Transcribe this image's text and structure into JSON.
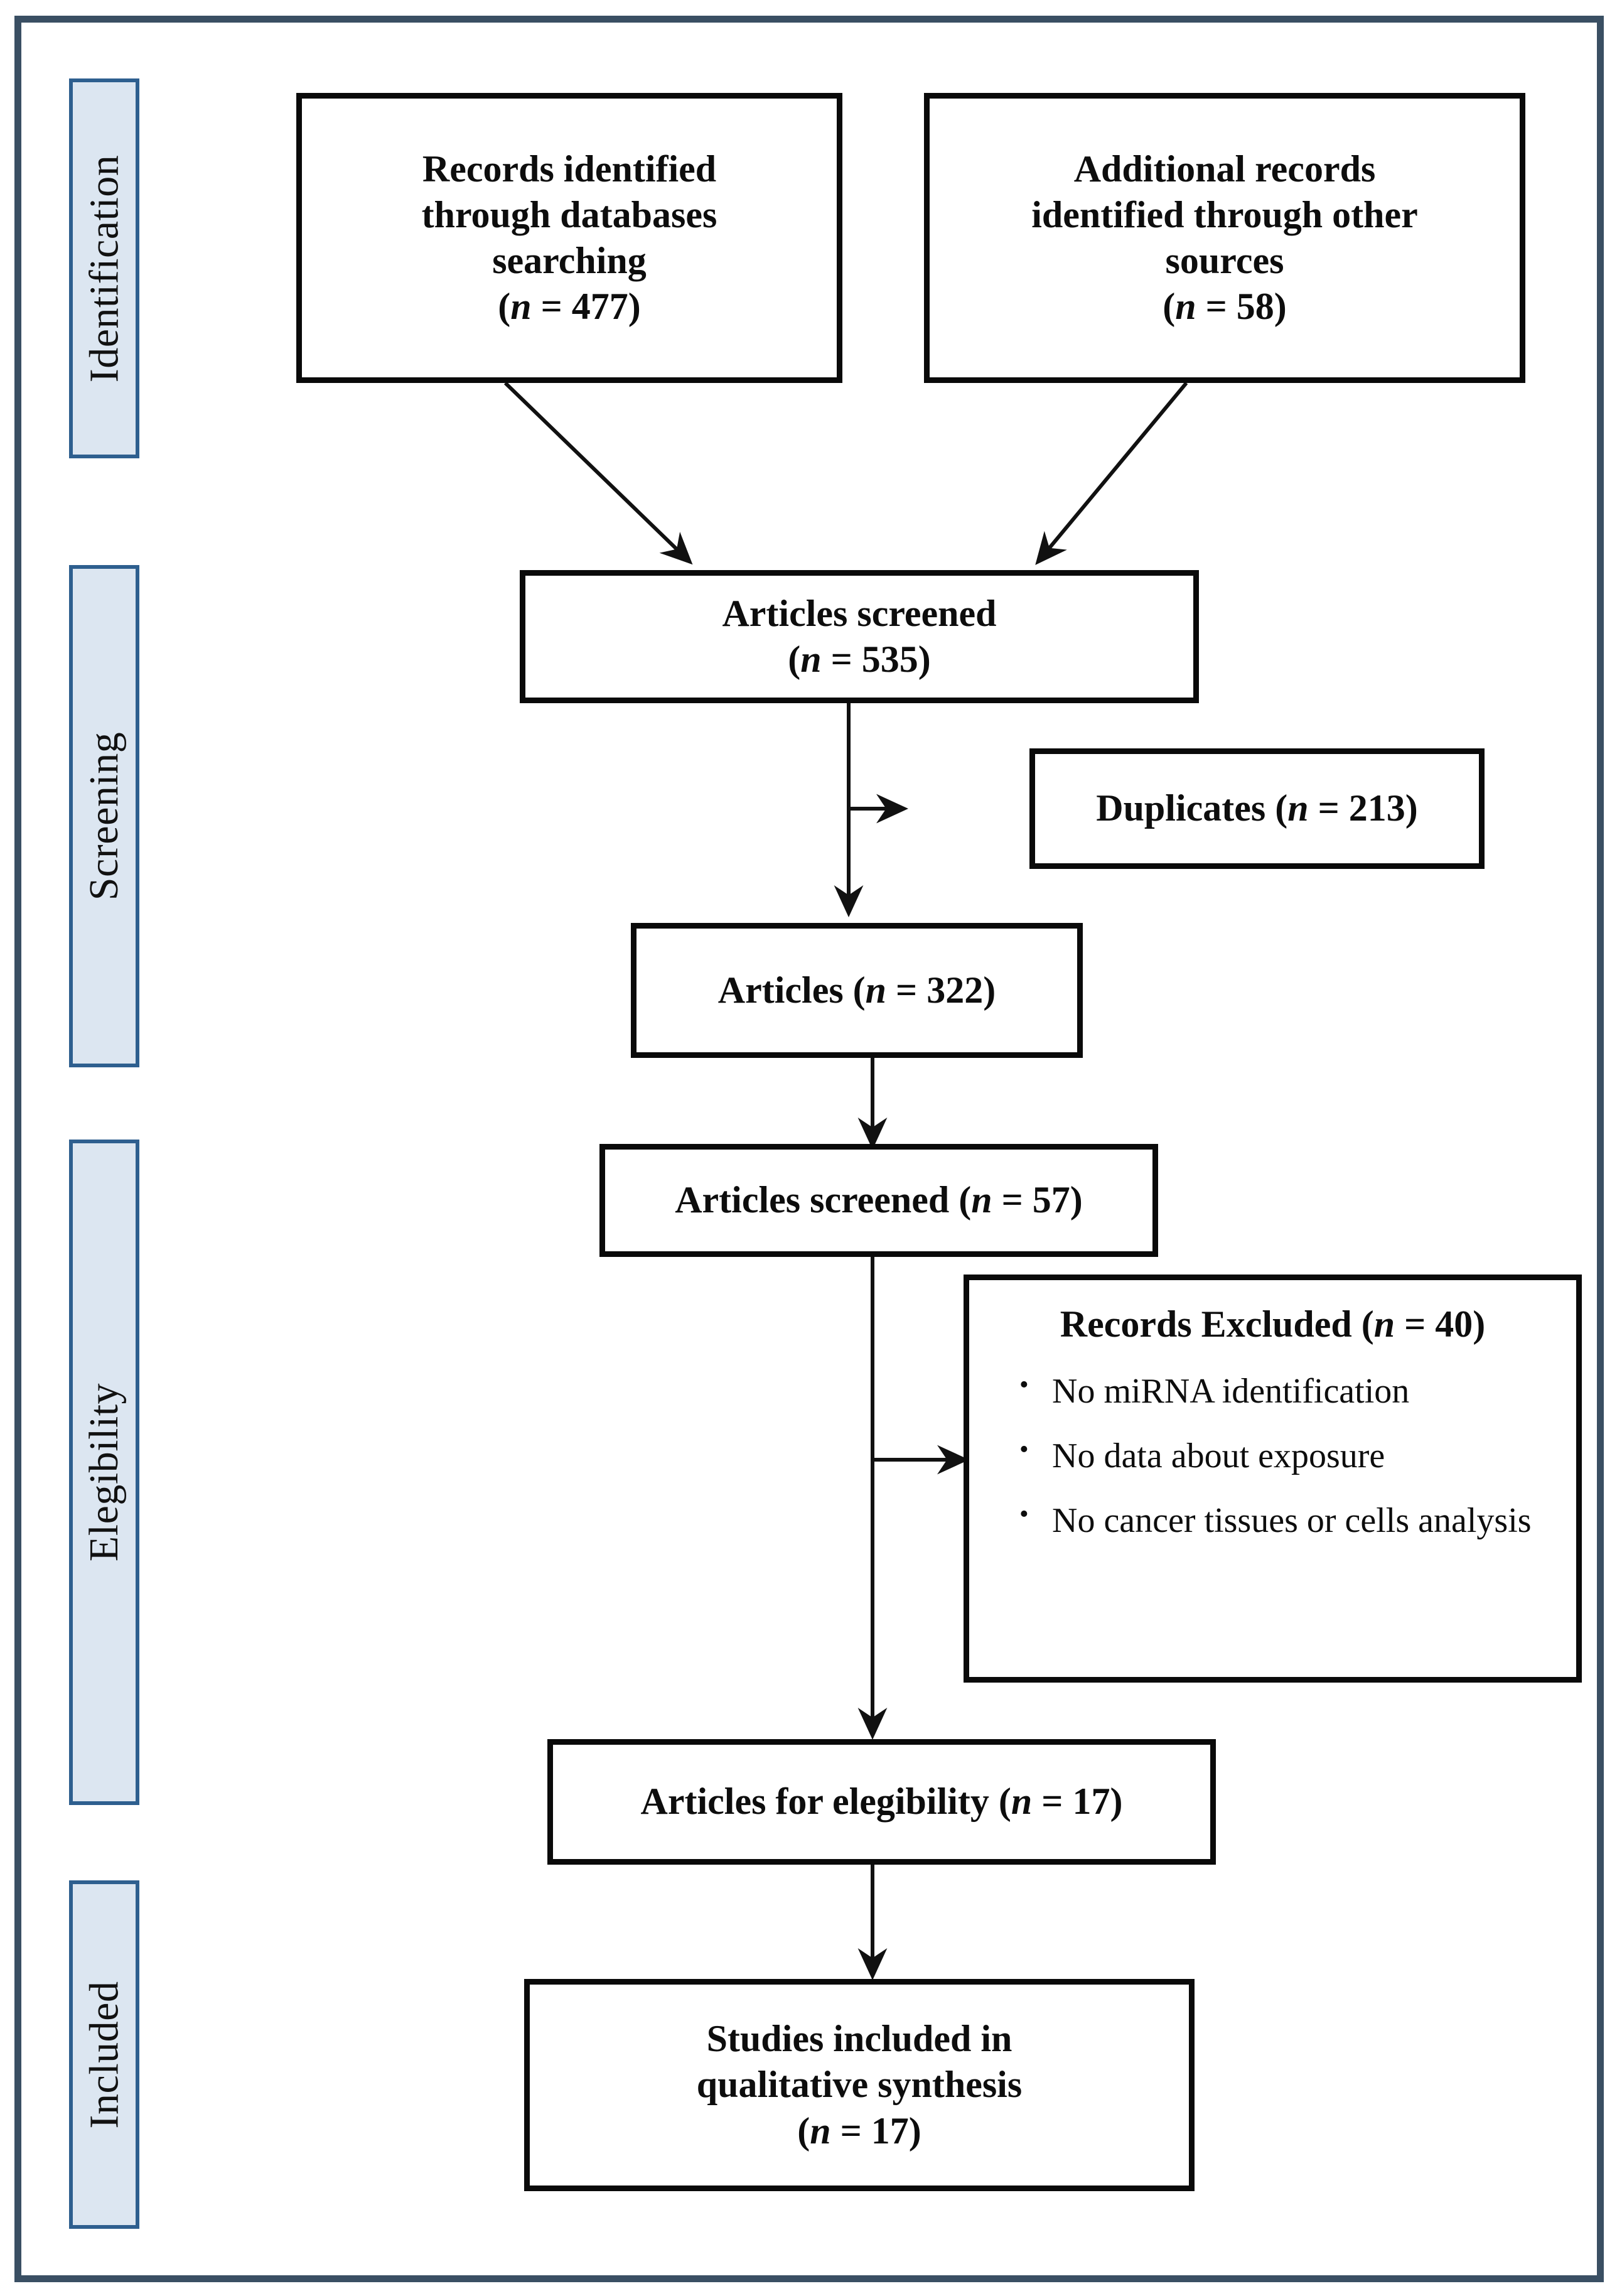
{
  "diagram": {
    "title": "PRISMA flow diagram",
    "frame_color": "#3a4f63",
    "stage_fill": "#dce6f1",
    "stage_border": "#2e5f8f",
    "node_border": "#0a0a0a"
  },
  "stages": [
    {
      "id": "identification",
      "label": "Identification"
    },
    {
      "id": "screening",
      "label": "Screening"
    },
    {
      "id": "elegibility",
      "label": "Elegibility"
    },
    {
      "id": "included",
      "label": "Included"
    }
  ],
  "nodes": {
    "records_databases": {
      "line1": "Records identified",
      "line2": "through databases",
      "line3": "searching",
      "count_prefix": "(",
      "count_var": "n",
      "count_value": " = 477)"
    },
    "records_other": {
      "line1": "Additional records",
      "line2": "identified through other",
      "line3": "sources",
      "count_prefix": "(",
      "count_var": "n",
      "count_value": " = 58)"
    },
    "articles_screened_535": {
      "line1": "Articles screened",
      "count_prefix": "(",
      "count_var": "n",
      "count_value": " = 535)"
    },
    "duplicates": {
      "text_before": "Duplicates (",
      "count_var": "n",
      "text_after": " = 213)"
    },
    "articles_322": {
      "text_before": "Articles (",
      "count_var": "n",
      "text_after": " = 322)"
    },
    "articles_screened_57": {
      "text_before": "Articles screened (",
      "count_var": "n",
      "text_after": " = 57)"
    },
    "records_excluded": {
      "title_before": "Records Excluded (",
      "title_var": "n",
      "title_after": " = 40)",
      "reasons": [
        "No miRNA  identification",
        "No data about exposure",
        "No cancer tissues or cells analysis"
      ]
    },
    "articles_elegibility": {
      "text_before": "Articles for elegibility (",
      "count_var": "n",
      "text_after": " = 17)"
    },
    "studies_included": {
      "line1": "Studies included in",
      "line2": "qualitative synthesis",
      "count_prefix": "(",
      "count_var": "n",
      "count_value": " = 17)"
    }
  }
}
